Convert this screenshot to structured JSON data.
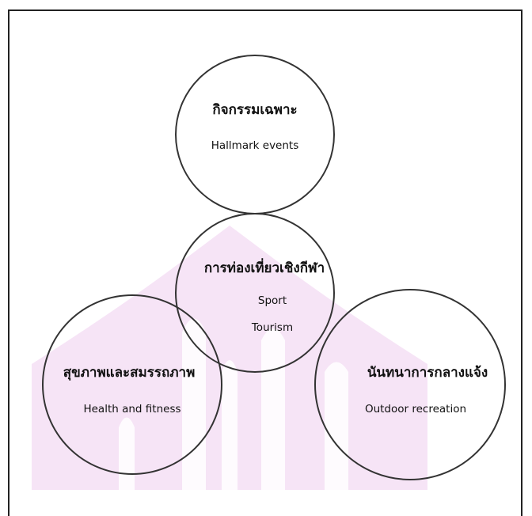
{
  "diagram": {
    "top": {
      "thai": "กิจกรรมเฉพาะ",
      "english": "Hallmark events"
    },
    "center": {
      "thai": "การท่องเที่ยวเชิงกีฬา",
      "english_line1": "Sport",
      "english_line2": "Tourism"
    },
    "left": {
      "thai": "สุขภาพและสมรรถภาพ",
      "english": "Health and fitness"
    },
    "right": {
      "thai": "นันทนาการกลางแจ้ง",
      "english": "Outdoor recreation"
    }
  },
  "colors": {
    "watermark": "#f3d9f3",
    "stroke": "#333333",
    "text": "#111111"
  }
}
